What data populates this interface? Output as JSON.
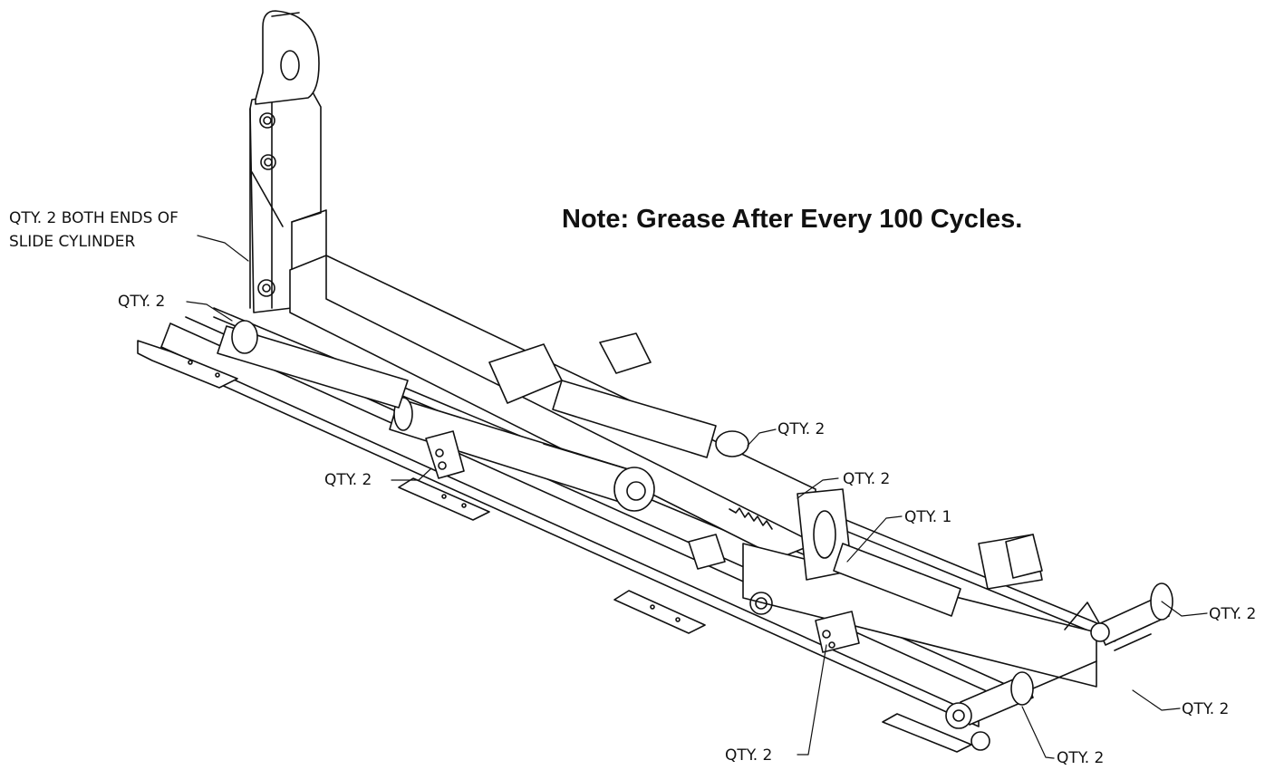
{
  "note": "Note: Grease After Every 100 Cycles.",
  "callouts": {
    "slide_cylinder": [
      "QTY. 2 BOTH ENDS OF",
      "SLIDE CYLINDER"
    ],
    "rear_pivot": "QTY. 2",
    "left_mid_pivot": "QTY. 2",
    "main_cylinder_rod": "QTY. 2",
    "center_pivot": "QTY. 2",
    "center_link": "QTY. 1",
    "rear_lower_pivot": "QTY. 2",
    "front_roller": "QTY. 2",
    "front_pivot": "QTY. 2",
    "front_lower_roller": "QTY. 2"
  }
}
